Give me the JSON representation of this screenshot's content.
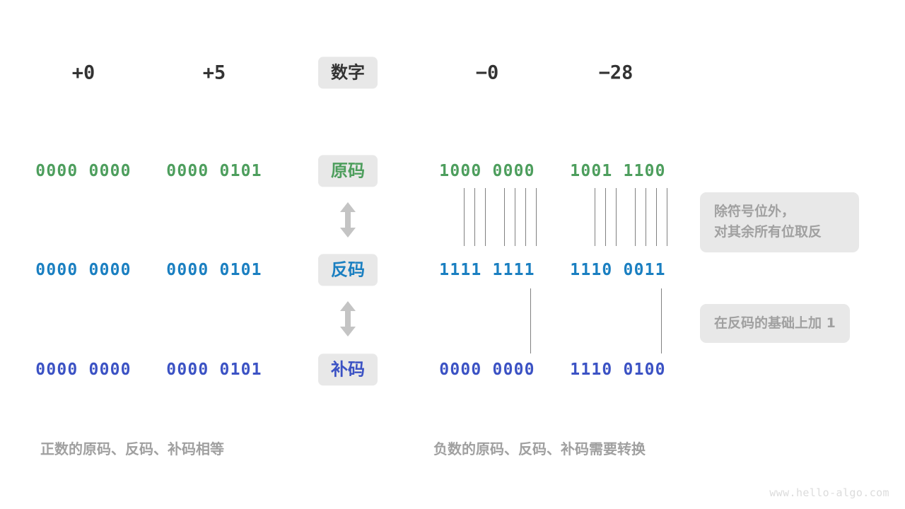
{
  "diagram": {
    "title_row": {
      "label_badge": "数字",
      "columns": [
        "+0",
        "+5",
        "−0",
        "−28"
      ]
    },
    "rows": [
      {
        "label": "原码",
        "color": "#4d9e5d",
        "values": [
          "0000 0000",
          "0000 0101",
          "1000 0000",
          "1001 1100"
        ]
      },
      {
        "label": "反码",
        "color": "#1a7fc1",
        "values": [
          "0000 0000",
          "0000 0101",
          "1111 1111",
          "1110 0011"
        ]
      },
      {
        "label": "补码",
        "color": "#3b52c4",
        "values": [
          "0000 0000",
          "0000 0101",
          "0000 0000",
          "1110 0100"
        ]
      }
    ],
    "annotations": [
      {
        "text": "除符号位外，\n对其余所有位取反"
      },
      {
        "text": "在反码的基础上加  1"
      }
    ],
    "captions": [
      "正数的原码、反码、补码相等",
      "负数的原码、反码、补码需要转换"
    ],
    "watermark": "www.hello-algo.com",
    "colors": {
      "badge_bg": "#e8e8e8",
      "muted_text": "#a0a0a0",
      "dark_text": "#333333",
      "tick_line": "#808080",
      "arrow": "#c4c4c4"
    }
  }
}
